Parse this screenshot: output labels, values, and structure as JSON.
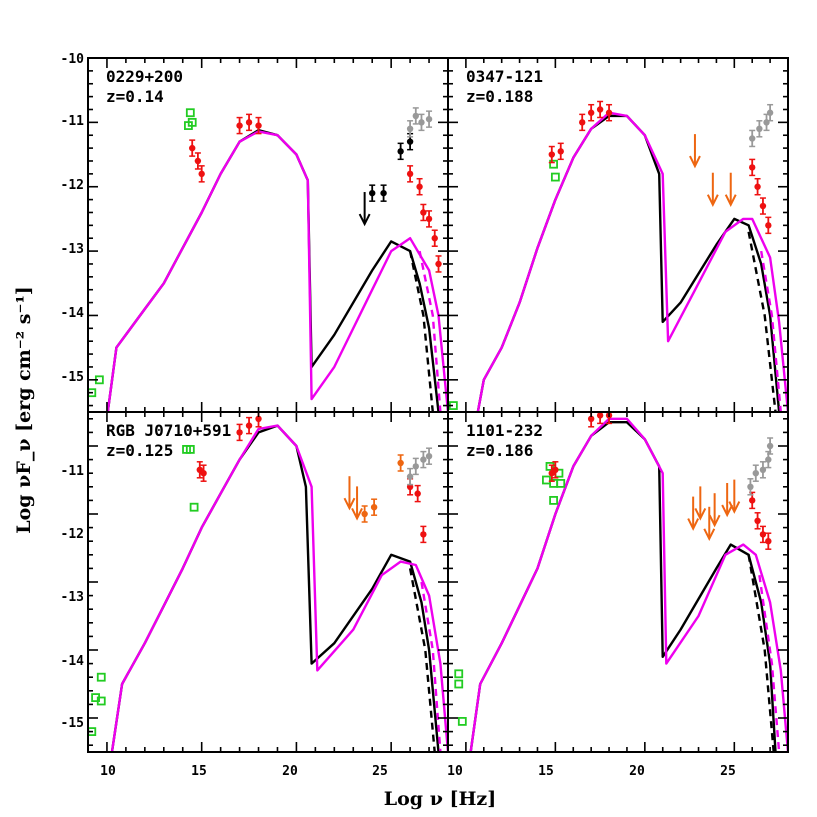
{
  "chart_data": {
    "type": "scatter",
    "xlabel": "Log ν [Hz]",
    "ylabel": "Log νF_ν [erg cm⁻² s⁻¹]",
    "x_tick_labels": [
      "10",
      "15",
      "20",
      "25",
      "10",
      "15",
      "20",
      "25"
    ],
    "y_tick_labels": [
      "-10",
      "-11",
      "-12",
      "-13",
      "-14",
      "-15",
      "-11",
      "-12",
      "-13",
      "-14",
      "-15"
    ],
    "grid": false,
    "legend": "none",
    "colors": {
      "black_model": "#000000",
      "magenta_model": "#ee00ee",
      "optical_xray": "#ee1111",
      "radio_optical": "#22cc22",
      "fermi_ul": "#ee6611",
      "tev": "#999999",
      "blue": "#1133cc"
    },
    "panels": [
      {
        "name": "0229+200",
        "redshift": "z=0.14",
        "xlim": [
          9,
          28
        ],
        "ylim": [
          -15.5,
          -10
        ],
        "model_black": [
          [
            10,
            -15.6
          ],
          [
            10.5,
            -14.5
          ],
          [
            12,
            -13.9
          ],
          [
            13,
            -13.5
          ],
          [
            14,
            -12.95
          ],
          [
            15,
            -12.4
          ],
          [
            16,
            -11.8
          ],
          [
            17,
            -11.3
          ],
          [
            18,
            -11.12
          ],
          [
            19,
            -11.2
          ],
          [
            20,
            -11.5
          ],
          [
            20.6,
            -11.9
          ],
          [
            20.8,
            -14.8
          ],
          [
            22,
            -14.3
          ],
          [
            24,
            -13.3
          ],
          [
            25,
            -12.85
          ],
          [
            26,
            -13.0
          ],
          [
            26.5,
            -13.5
          ],
          [
            27,
            -14.2
          ],
          [
            27.5,
            -15.5
          ]
        ],
        "model_magenta": [
          [
            10,
            -15.6
          ],
          [
            10.5,
            -14.5
          ],
          [
            12,
            -13.9
          ],
          [
            13,
            -13.5
          ],
          [
            14,
            -12.95
          ],
          [
            15,
            -12.4
          ],
          [
            16,
            -11.8
          ],
          [
            17,
            -11.3
          ],
          [
            18,
            -11.14
          ],
          [
            19,
            -11.2
          ],
          [
            20,
            -11.5
          ],
          [
            20.6,
            -11.9
          ],
          [
            20.8,
            -15.3
          ],
          [
            22,
            -14.8
          ],
          [
            24,
            -13.6
          ],
          [
            25,
            -13.0
          ],
          [
            26,
            -12.8
          ],
          [
            27,
            -13.3
          ],
          [
            27.5,
            -14
          ],
          [
            28,
            -15.5
          ]
        ],
        "model_black_dashed": [
          [
            26,
            -13.0
          ],
          [
            26.7,
            -14
          ],
          [
            27.2,
            -15.5
          ]
        ],
        "model_magenta_dashed": [
          [
            26.5,
            -13.0
          ],
          [
            27.2,
            -14
          ],
          [
            27.6,
            -15.5
          ]
        ],
        "radio_optical_points": [
          [
            9.2,
            -15.2
          ],
          [
            9.6,
            -15.0
          ],
          [
            14.4,
            -10.85
          ],
          [
            14.5,
            -11.0
          ],
          [
            14.3,
            -11.05
          ]
        ],
        "optical_xray_points": [
          [
            14.5,
            -11.4
          ],
          [
            14.8,
            -11.6
          ],
          [
            15,
            -11.8
          ],
          [
            17,
            -11.05
          ],
          [
            17.5,
            -11.0
          ],
          [
            18,
            -11.05
          ],
          [
            26,
            -11.8
          ],
          [
            26.5,
            -12.0
          ],
          [
            26.7,
            -12.4
          ],
          [
            27,
            -12.5
          ],
          [
            27.3,
            -12.8
          ],
          [
            27.5,
            -13.2
          ]
        ],
        "black_points": [
          [
            24,
            -12.1
          ],
          [
            24.6,
            -12.1
          ],
          [
            25.5,
            -11.45
          ],
          [
            26,
            -11.3
          ]
        ],
        "black_upper_limits": [
          [
            23.6,
            -12.3
          ]
        ],
        "tev_points": [
          [
            26,
            -11.1
          ],
          [
            26.3,
            -10.9
          ],
          [
            26.6,
            -11.0
          ],
          [
            27,
            -10.95
          ]
        ]
      },
      {
        "name": "0347-121",
        "redshift": "z=0.188",
        "xlim": [
          9,
          28
        ],
        "ylim": [
          -15.5,
          -10
        ],
        "model_black": [
          [
            10,
            -16.5
          ],
          [
            11,
            -15
          ],
          [
            12,
            -14.5
          ],
          [
            13,
            -13.8
          ],
          [
            14,
            -12.95
          ],
          [
            15,
            -12.2
          ],
          [
            16,
            -11.55
          ],
          [
            17,
            -11.1
          ],
          [
            18,
            -10.9
          ],
          [
            19,
            -10.9
          ],
          [
            20,
            -11.2
          ],
          [
            20.8,
            -11.8
          ],
          [
            21,
            -14.1
          ],
          [
            22,
            -13.8
          ],
          [
            24,
            -12.9
          ],
          [
            25,
            -12.5
          ],
          [
            25.8,
            -12.6
          ],
          [
            26.5,
            -13.2
          ],
          [
            27,
            -14
          ],
          [
            27.5,
            -15.5
          ]
        ],
        "model_magenta": [
          [
            10,
            -16.5
          ],
          [
            11,
            -15
          ],
          [
            12,
            -14.5
          ],
          [
            13,
            -13.8
          ],
          [
            14,
            -12.95
          ],
          [
            15,
            -12.2
          ],
          [
            16,
            -11.55
          ],
          [
            17,
            -11.1
          ],
          [
            18,
            -10.85
          ],
          [
            19,
            -10.9
          ],
          [
            20,
            -11.2
          ],
          [
            21,
            -11.8
          ],
          [
            21.3,
            -14.4
          ],
          [
            23,
            -13.5
          ],
          [
            24.5,
            -12.7
          ],
          [
            25.5,
            -12.5
          ],
          [
            26,
            -12.5
          ],
          [
            27,
            -13.1
          ],
          [
            27.5,
            -14.1
          ],
          [
            28,
            -15.5
          ]
        ],
        "model_black_dashed": [
          [
            25.8,
            -12.7
          ],
          [
            26.7,
            -14
          ],
          [
            27.3,
            -15.5
          ]
        ],
        "model_magenta_dashed": [
          [
            26.5,
            -13.0
          ],
          [
            27.1,
            -14
          ],
          [
            27.6,
            -15.5
          ]
        ],
        "radio_optical_points": [
          [
            9.3,
            -15.4
          ],
          [
            14.9,
            -11.65
          ],
          [
            15,
            -11.85
          ]
        ],
        "optical_xray_points": [
          [
            14.8,
            -11.5
          ],
          [
            15.3,
            -11.45
          ],
          [
            16.5,
            -11.0
          ],
          [
            17,
            -10.85
          ],
          [
            17.5,
            -10.8
          ],
          [
            18,
            -10.85
          ],
          [
            26,
            -11.7
          ],
          [
            26.3,
            -12.0
          ],
          [
            26.6,
            -12.3
          ],
          [
            26.9,
            -12.6
          ]
        ],
        "orange_upper_limits": [
          [
            22.8,
            -11.4
          ],
          [
            23.8,
            -12.0
          ],
          [
            24.8,
            -12.0
          ]
        ],
        "tev_points": [
          [
            26,
            -11.25
          ],
          [
            26.4,
            -11.1
          ],
          [
            26.8,
            -11.0
          ],
          [
            27,
            -10.85
          ]
        ]
      },
      {
        "name": "RGB J0710+591",
        "redshift": "z=0.125",
        "xlim": [
          9,
          28
        ],
        "ylim": [
          -15.5,
          -10.5
        ],
        "model_black": [
          [
            10,
            -16
          ],
          [
            10.8,
            -14.5
          ],
          [
            12,
            -13.9
          ],
          [
            13,
            -13.35
          ],
          [
            14,
            -12.8
          ],
          [
            15,
            -12.2
          ],
          [
            16,
            -11.7
          ],
          [
            17,
            -11.2
          ],
          [
            18,
            -10.8
          ],
          [
            19,
            -10.7
          ],
          [
            20,
            -11.0
          ],
          [
            20.5,
            -11.6
          ],
          [
            20.8,
            -14.2
          ],
          [
            22,
            -13.9
          ],
          [
            24,
            -13.1
          ],
          [
            25,
            -12.6
          ],
          [
            26,
            -12.7
          ],
          [
            26.6,
            -13.3
          ],
          [
            27,
            -14
          ],
          [
            27.5,
            -15.5
          ]
        ],
        "model_magenta": [
          [
            10,
            -16
          ],
          [
            10.8,
            -14.5
          ],
          [
            12,
            -13.9
          ],
          [
            13,
            -13.35
          ],
          [
            14,
            -12.8
          ],
          [
            15,
            -12.2
          ],
          [
            16,
            -11.7
          ],
          [
            17,
            -11.2
          ],
          [
            18,
            -10.75
          ],
          [
            19,
            -10.7
          ],
          [
            20,
            -11.0
          ],
          [
            20.8,
            -11.6
          ],
          [
            21.1,
            -14.3
          ],
          [
            23,
            -13.7
          ],
          [
            24.5,
            -12.9
          ],
          [
            25.5,
            -12.7
          ],
          [
            26.3,
            -12.75
          ],
          [
            27,
            -13.2
          ],
          [
            27.6,
            -14.2
          ],
          [
            28,
            -15.5
          ]
        ],
        "model_black_dashed": [
          [
            26,
            -12.8
          ],
          [
            26.8,
            -14
          ],
          [
            27.3,
            -15.5
          ]
        ],
        "model_magenta_dashed": [
          [
            26.6,
            -13.0
          ],
          [
            27.2,
            -14
          ],
          [
            27.6,
            -15.5
          ]
        ],
        "radio_optical_points": [
          [
            9.2,
            -15.2
          ],
          [
            9.4,
            -14.7
          ],
          [
            9.7,
            -14.4
          ],
          [
            9.7,
            -14.75
          ],
          [
            14.2,
            -11.05
          ],
          [
            14.4,
            -11.05
          ],
          [
            14.6,
            -11.9
          ]
        ],
        "optical_xray_points": [
          [
            14.9,
            -11.35
          ],
          [
            15.1,
            -11.4
          ],
          [
            17,
            -10.8
          ],
          [
            17.5,
            -10.7
          ],
          [
            18,
            -10.6
          ],
          [
            26,
            -11.6
          ],
          [
            26.4,
            -11.7
          ],
          [
            26.7,
            -12.3
          ]
        ],
        "orange_points": [
          [
            23.6,
            -12.0
          ],
          [
            24.1,
            -11.9
          ],
          [
            25.5,
            -11.25
          ]
        ],
        "orange_upper_limits": [
          [
            22.8,
            -11.65
          ],
          [
            23.2,
            -11.8
          ]
        ],
        "tev_points": [
          [
            26,
            -11.45
          ],
          [
            26.3,
            -11.3
          ],
          [
            26.7,
            -11.2
          ],
          [
            27,
            -11.15
          ]
        ]
      },
      {
        "name": "1101-232",
        "redshift": "z=0.186",
        "xlim": [
          9,
          28
        ],
        "ylim": [
          -15.5,
          -10.5
        ],
        "model_black": [
          [
            10,
            -16
          ],
          [
            10.8,
            -14.5
          ],
          [
            12,
            -13.9
          ],
          [
            13,
            -13.35
          ],
          [
            14,
            -12.8
          ],
          [
            15,
            -12.0
          ],
          [
            16,
            -11.3
          ],
          [
            17,
            -10.85
          ],
          [
            18,
            -10.65
          ],
          [
            19,
            -10.65
          ],
          [
            20,
            -10.9
          ],
          [
            20.8,
            -11.3
          ],
          [
            21,
            -14.1
          ],
          [
            22,
            -13.7
          ],
          [
            24,
            -12.8
          ],
          [
            24.8,
            -12.45
          ],
          [
            25.8,
            -12.6
          ],
          [
            26.5,
            -13.3
          ],
          [
            27,
            -14.2
          ],
          [
            27.3,
            -15.5
          ]
        ],
        "model_magenta": [
          [
            10,
            -16
          ],
          [
            10.8,
            -14.5
          ],
          [
            12,
            -13.9
          ],
          [
            13,
            -13.35
          ],
          [
            14,
            -12.8
          ],
          [
            15,
            -12.0
          ],
          [
            16,
            -11.3
          ],
          [
            17,
            -10.85
          ],
          [
            18,
            -10.6
          ],
          [
            19,
            -10.6
          ],
          [
            20,
            -10.9
          ],
          [
            21,
            -11.4
          ],
          [
            21.2,
            -14.2
          ],
          [
            23,
            -13.5
          ],
          [
            24.5,
            -12.6
          ],
          [
            25.5,
            -12.45
          ],
          [
            26.2,
            -12.6
          ],
          [
            27,
            -13.3
          ],
          [
            27.6,
            -14.3
          ],
          [
            28,
            -15.5
          ]
        ],
        "model_black_dashed": [
          [
            25.8,
            -12.6
          ],
          [
            26.7,
            -14
          ],
          [
            27.2,
            -15.5
          ]
        ],
        "model_magenta_dashed": [
          [
            26.4,
            -12.9
          ],
          [
            27.1,
            -14.2
          ],
          [
            27.5,
            -15.5
          ]
        ],
        "radio_optical_points": [
          [
            9.6,
            -14.5
          ],
          [
            9.6,
            -14.35
          ],
          [
            9.8,
            -15.05
          ],
          [
            14.5,
            -11.5
          ],
          [
            14.7,
            -11.3
          ],
          [
            14.9,
            -11.55
          ],
          [
            15.2,
            -11.4
          ],
          [
            15.3,
            -11.55
          ],
          [
            14.9,
            -11.8
          ]
        ],
        "optical_xray_points": [
          [
            14.8,
            -11.4
          ],
          [
            15.0,
            -11.35
          ],
          [
            17,
            -10.6
          ],
          [
            17.5,
            -10.55
          ],
          [
            18,
            -10.55
          ],
          [
            26,
            -11.8
          ],
          [
            26.3,
            -12.1
          ],
          [
            26.6,
            -12.3
          ],
          [
            26.9,
            -12.4
          ]
        ],
        "orange_upper_limits": [
          [
            22.7,
            -11.95
          ],
          [
            23.1,
            -11.8
          ],
          [
            23.6,
            -12.1
          ],
          [
            23.9,
            -11.9
          ],
          [
            24.6,
            -11.75
          ],
          [
            25,
            -11.7
          ]
        ],
        "tev_points": [
          [
            25.9,
            -11.6
          ],
          [
            26.2,
            -11.4
          ],
          [
            26.6,
            -11.35
          ],
          [
            26.9,
            -11.2
          ],
          [
            27,
            -11.0
          ]
        ]
      }
    ]
  }
}
